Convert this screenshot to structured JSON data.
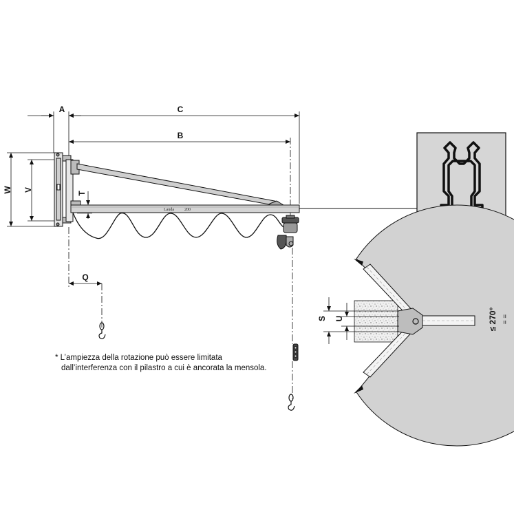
{
  "dimensions": {
    "A": "A",
    "B": "B",
    "C": "C",
    "W": "W",
    "V": "V",
    "T": "T",
    "Q": "Q",
    "S": "S",
    "U": "U"
  },
  "rotation": {
    "angle_label": "≤ 270°",
    "symbol": "= ="
  },
  "beam_label": {
    "brand": "Lauda",
    "capacity": "200"
  },
  "note": {
    "line1": "* L’ampiezza della rotazione può essere limitata",
    "line2": "dall’interferenza con il pilastro a cui è ancorata la mensola."
  },
  "colors": {
    "line": "#111111",
    "beam_fill": "#d4d4d4",
    "plan_fill": "#d2d2d2",
    "profile_fill": "#d6d6d6"
  }
}
